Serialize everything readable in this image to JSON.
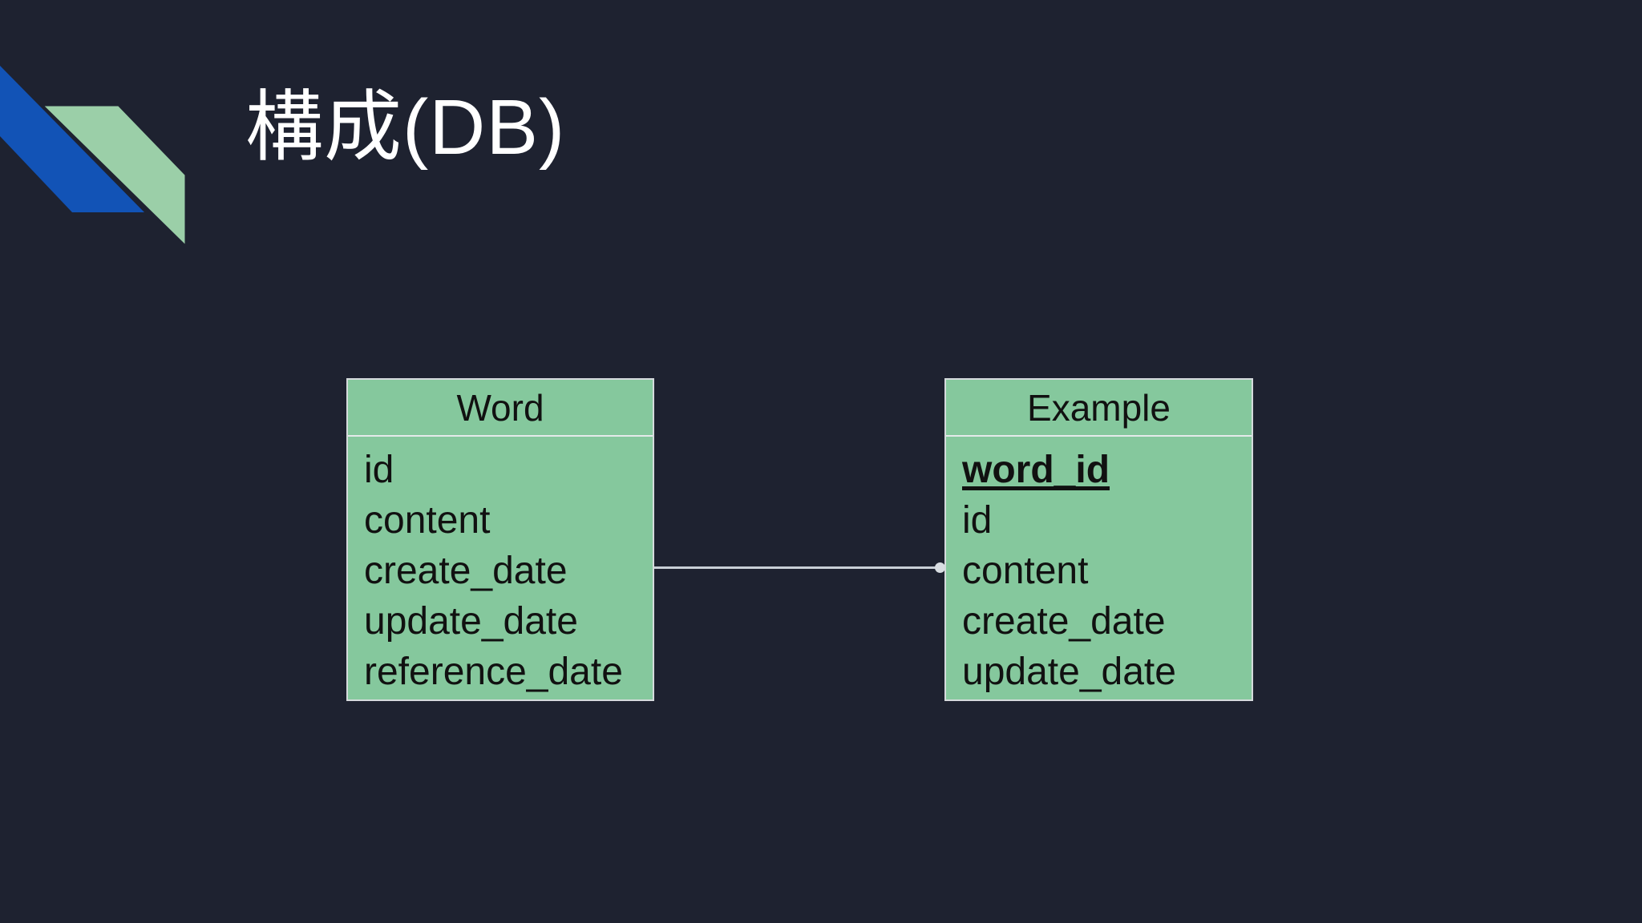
{
  "slide": {
    "title": "構成(DB)",
    "background_color": "#1e2230",
    "decoration": {
      "blue": "#1253b6",
      "green": "#9bcfa8",
      "outline": "#1e2230"
    }
  },
  "diagram": {
    "table_fill": "#85c89d",
    "table_border": "#d5dadc",
    "text_color": "#111111",
    "connector_color": "#c9cfd6",
    "tables": [
      {
        "name": "Word",
        "fields": [
          "id",
          "content",
          "create_date",
          "update_date",
          "reference_date"
        ]
      },
      {
        "name": "Example",
        "fields": [
          "word_id",
          "id",
          "content",
          "create_date",
          "update_date"
        ],
        "key_field": "word_id"
      }
    ],
    "relation": {
      "from": "Word",
      "to": "Example"
    }
  }
}
